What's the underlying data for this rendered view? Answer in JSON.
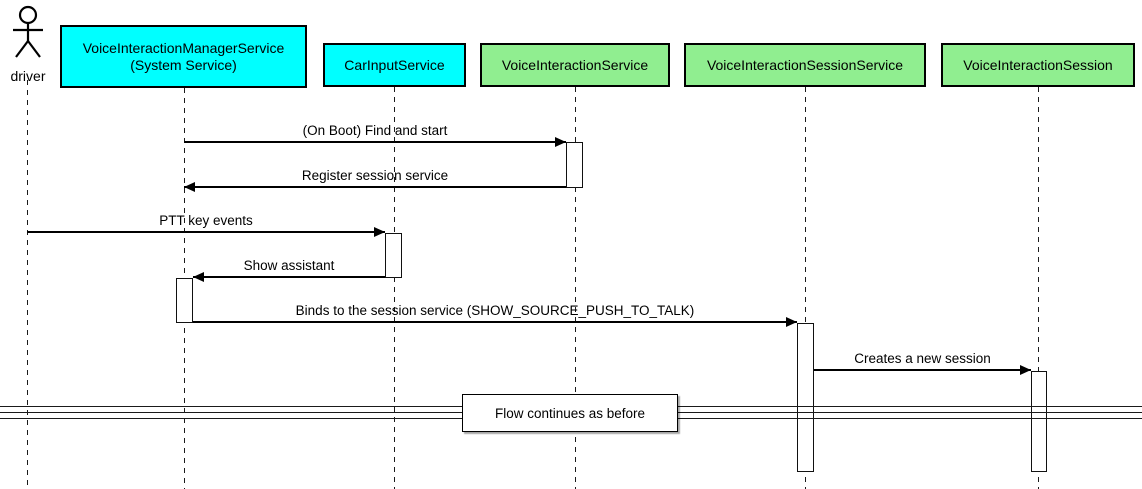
{
  "diagram_type": "uml-sequence",
  "colors": {
    "cyan_participant": "#00FFFF",
    "green_participant": "#90EE90",
    "line": "#000000",
    "background": "#FFFFFF"
  },
  "actor": {
    "label": "driver"
  },
  "participants": [
    {
      "label": "VoiceInteractionManagerService",
      "sublabel": "(System Service)",
      "color": "#00FFFF"
    },
    {
      "label": "CarInputService",
      "sublabel": "",
      "color": "#00FFFF"
    },
    {
      "label": "VoiceInteractionService",
      "sublabel": "",
      "color": "#90EE90"
    },
    {
      "label": "VoiceInteractionSessionService",
      "sublabel": "",
      "color": "#90EE90"
    },
    {
      "label": "VoiceInteractionSession",
      "sublabel": "",
      "color": "#90EE90"
    }
  ],
  "messages": [
    {
      "label": "(On Boot) Find and start",
      "from": "VoiceInteractionManagerService",
      "to": "VoiceInteractionService",
      "direction": "right"
    },
    {
      "label": "Register session service",
      "from": "VoiceInteractionService",
      "to": "VoiceInteractionManagerService",
      "direction": "left"
    },
    {
      "label": "PTT key events",
      "from": "driver",
      "to": "CarInputService",
      "direction": "right"
    },
    {
      "label": "Show assistant",
      "from": "CarInputService",
      "to": "VoiceInteractionManagerService",
      "direction": "left"
    },
    {
      "label": "Binds to the session service (SHOW_SOURCE_PUSH_TO_TALK)",
      "from": "VoiceInteractionManagerService",
      "to": "VoiceInteractionSessionService",
      "direction": "right"
    },
    {
      "label": "Creates a new session",
      "from": "VoiceInteractionSessionService",
      "to": "VoiceInteractionSession",
      "direction": "right"
    }
  ],
  "divider": {
    "label": "Flow continues as before"
  }
}
